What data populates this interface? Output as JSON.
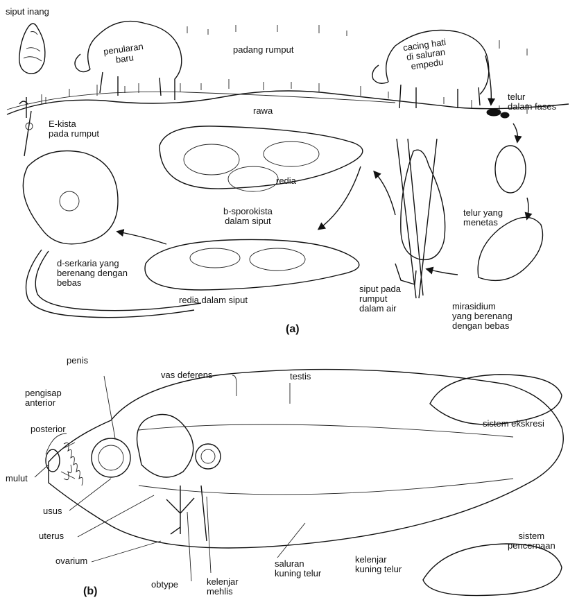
{
  "figure_a": {
    "panel_label": "(a)",
    "labels": {
      "siput_inang": "siput inang",
      "penularan_baru": [
        "penularan",
        "baru"
      ],
      "padang_rumput": "padang rumput",
      "cacing_hati": [
        "cacing hati",
        "di saluran",
        "empedu"
      ],
      "rawa": "rawa",
      "telur_dalam_fases": [
        "telur",
        "dalam fases"
      ],
      "e_kista": [
        "E-kista",
        "pada rumput"
      ],
      "redia": "redia",
      "b_sporokista": [
        "b-sporokista",
        "dalam siput"
      ],
      "telur_yang_menetas": [
        "telur yang",
        "menetas"
      ],
      "d_serkaria": [
        "d-serkaria yang",
        "berenang dengan",
        "bebas"
      ],
      "redia_dalam_siput": "redia dalam siput",
      "siput_pada_rumput": [
        "siput pada",
        "rumput",
        "dalam air"
      ],
      "mirasidium": [
        "mirasidium",
        "yang berenang",
        "dengan bebas"
      ]
    }
  },
  "figure_b": {
    "panel_label": "(b)",
    "labels": {
      "penis": "penis",
      "vas_deferens": "vas deferens",
      "testis": "testis",
      "pengisap_anterior": [
        "pengisap",
        "anterior"
      ],
      "posterior": "posterior",
      "mulut": "mulut",
      "usus": "usus",
      "uterus": "uterus",
      "ovarium": "ovarium",
      "obtype": "obtype",
      "kelenjar_mehlis": [
        "kelenjar",
        "mehlis"
      ],
      "saluran_kuning_telur": [
        "saluran",
        "kuning telur"
      ],
      "kelenjar_kuning_telur": [
        "kelenjar",
        "kuning telur"
      ],
      "sistem_ekskresi": "sistem ekskresi",
      "sistem_pencernaan": [
        "sistem",
        "pencernaan"
      ]
    }
  },
  "colors": {
    "ink": "#111111",
    "background": "#ffffff"
  }
}
